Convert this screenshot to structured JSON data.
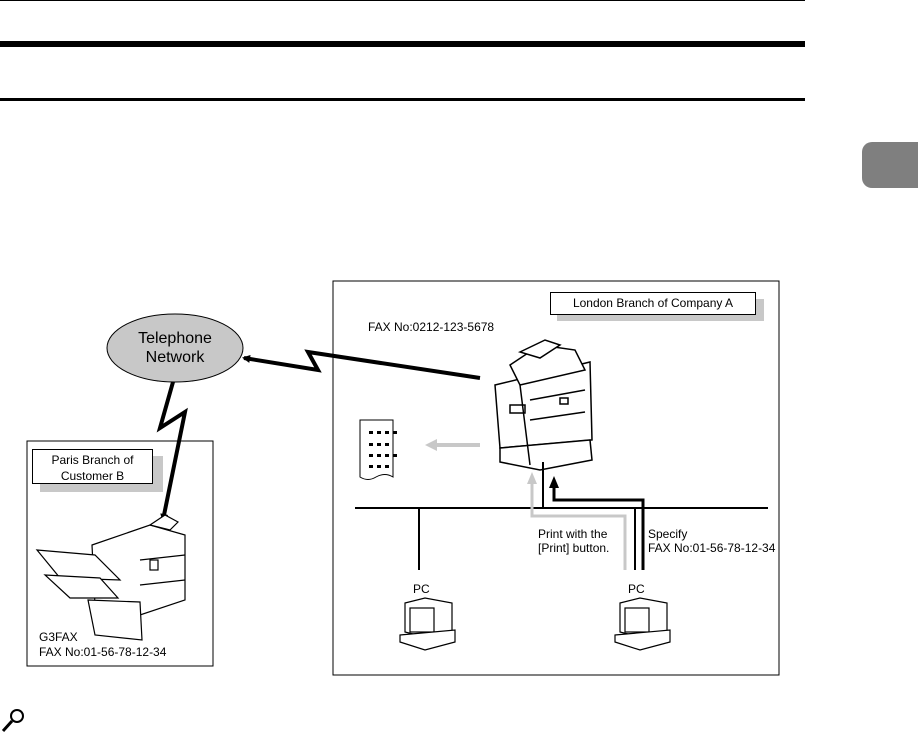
{
  "diagram": {
    "cloud_label_line1": "Telephone",
    "cloud_label_line2": "Network",
    "london": {
      "title": "London Branch of Company A",
      "fax_no": "FAX No:0212-123-5678"
    },
    "paris": {
      "title_line1": "Paris Branch of",
      "title_line2": "Customer B",
      "device_type": "G3FAX",
      "fax_no": "FAX No:01-56-78-12-34"
    },
    "print_note_line1": "Print with the",
    "print_note_line2": "[Print] button.",
    "specify_line1": "Specify",
    "specify_line2": "FAX No:01-56-78-12-34",
    "pc_left_label": "PC",
    "pc_right_label": "PC"
  },
  "icons": {
    "footer_icon": "magnifier-icon"
  },
  "colors": {
    "tab": "#7f7f7f",
    "cloud_fill": "#c8c8c8",
    "print_path": "#c8c8c8"
  }
}
